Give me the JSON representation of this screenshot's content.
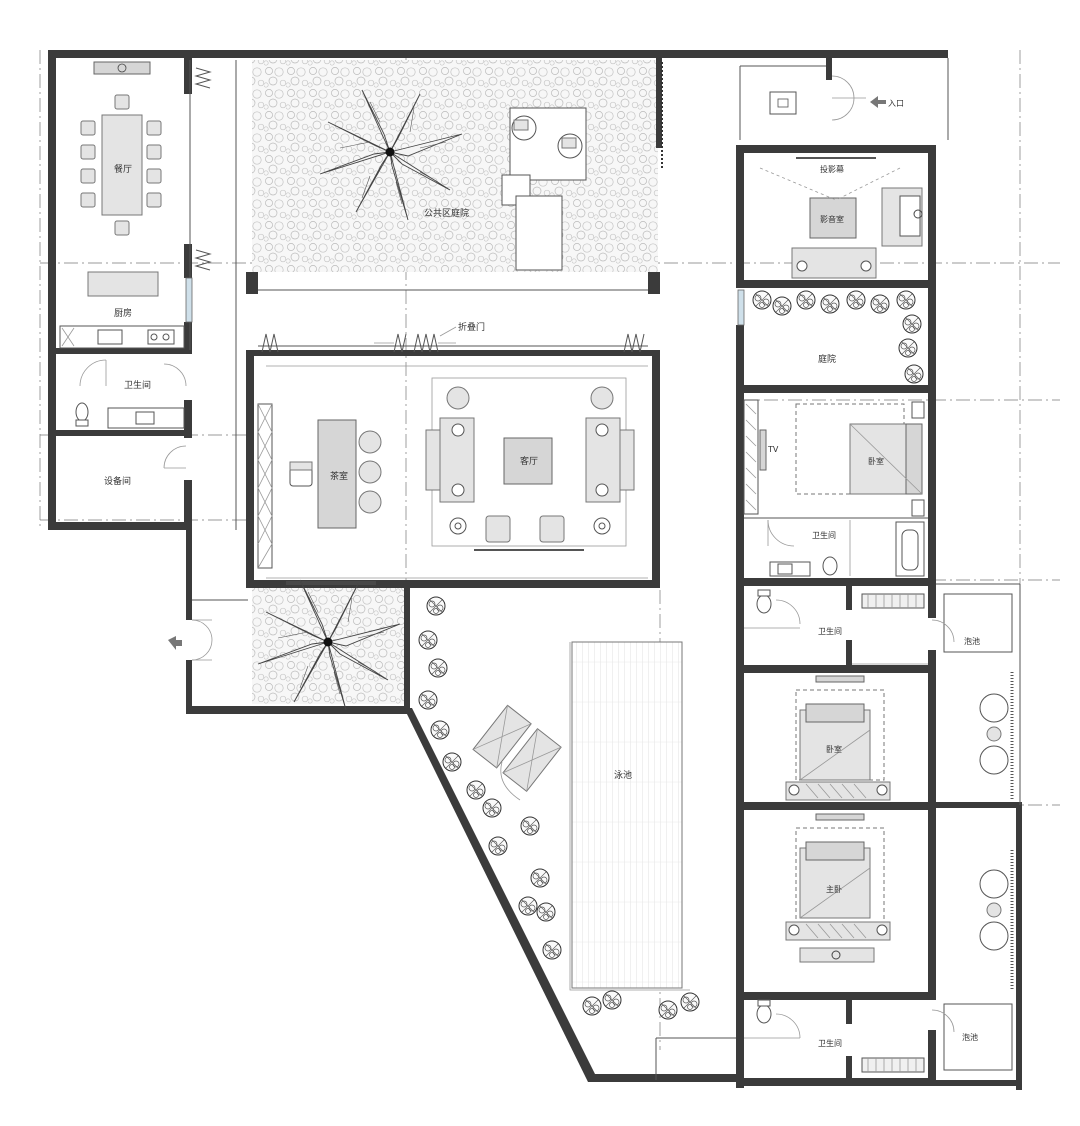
{
  "rooms": {
    "dining": "餐厅",
    "kitchen": "厨房",
    "bathroom_west": "卫生间",
    "equipment": "设备间",
    "courtyard_public": "公共区庭院",
    "folding_door": "折叠门",
    "tea_room": "茶室",
    "living": "客厅",
    "projection_screen": "投影幕",
    "theater": "影音室",
    "courtyard_east": "庭院",
    "bedroom_1": "卧室",
    "bathroom_1": "卫生间",
    "bathroom_2": "卫生间",
    "pool_small_1": "泡池",
    "bedroom_2": "卧室",
    "master_bedroom": "主卧",
    "bathroom_3": "卫生间",
    "pool_small_2": "泡池",
    "pool": "泳池",
    "entrance": "入口",
    "tv": "TV"
  },
  "colors": {
    "wall": "#3b3b3b",
    "furniture": "#d6d6d6",
    "paving": "#f7f7f7"
  }
}
